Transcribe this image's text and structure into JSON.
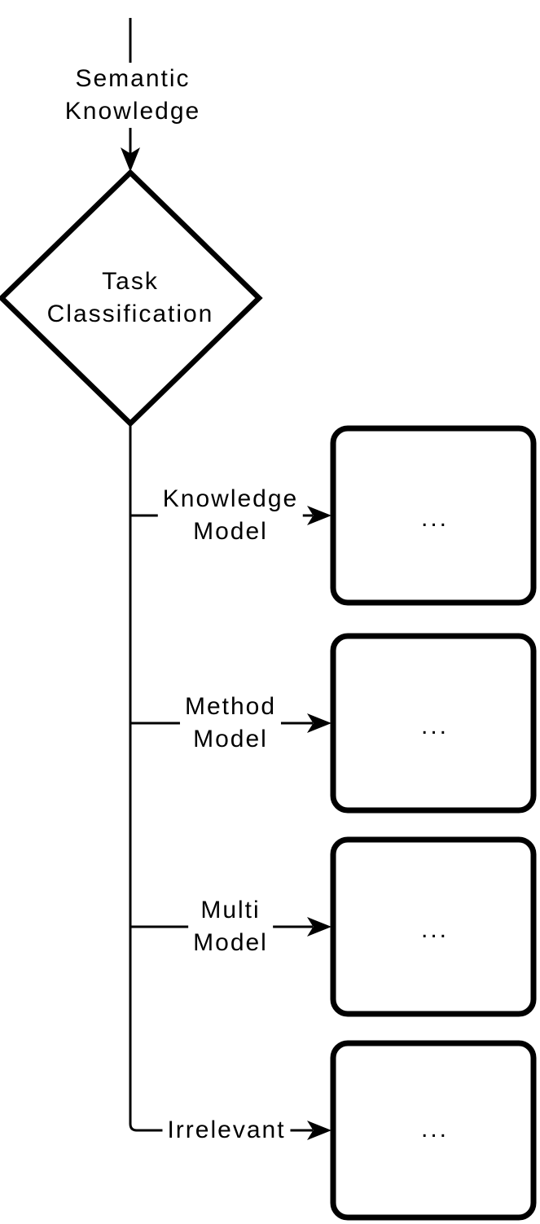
{
  "diagram": {
    "source": {
      "label": "Semantic\nKnowledge"
    },
    "decision": {
      "label": "Task\nClassification"
    },
    "branches": [
      {
        "label": "Knowledge\nModel",
        "box_content": "..."
      },
      {
        "label": "Method\nModel",
        "box_content": "..."
      },
      {
        "label": "Multi\nModel",
        "box_content": "..."
      },
      {
        "label": "Irrelevant",
        "box_content": "..."
      }
    ],
    "colors": {
      "stroke": "#000000",
      "text": "#000000",
      "background": "#ffffff"
    }
  }
}
